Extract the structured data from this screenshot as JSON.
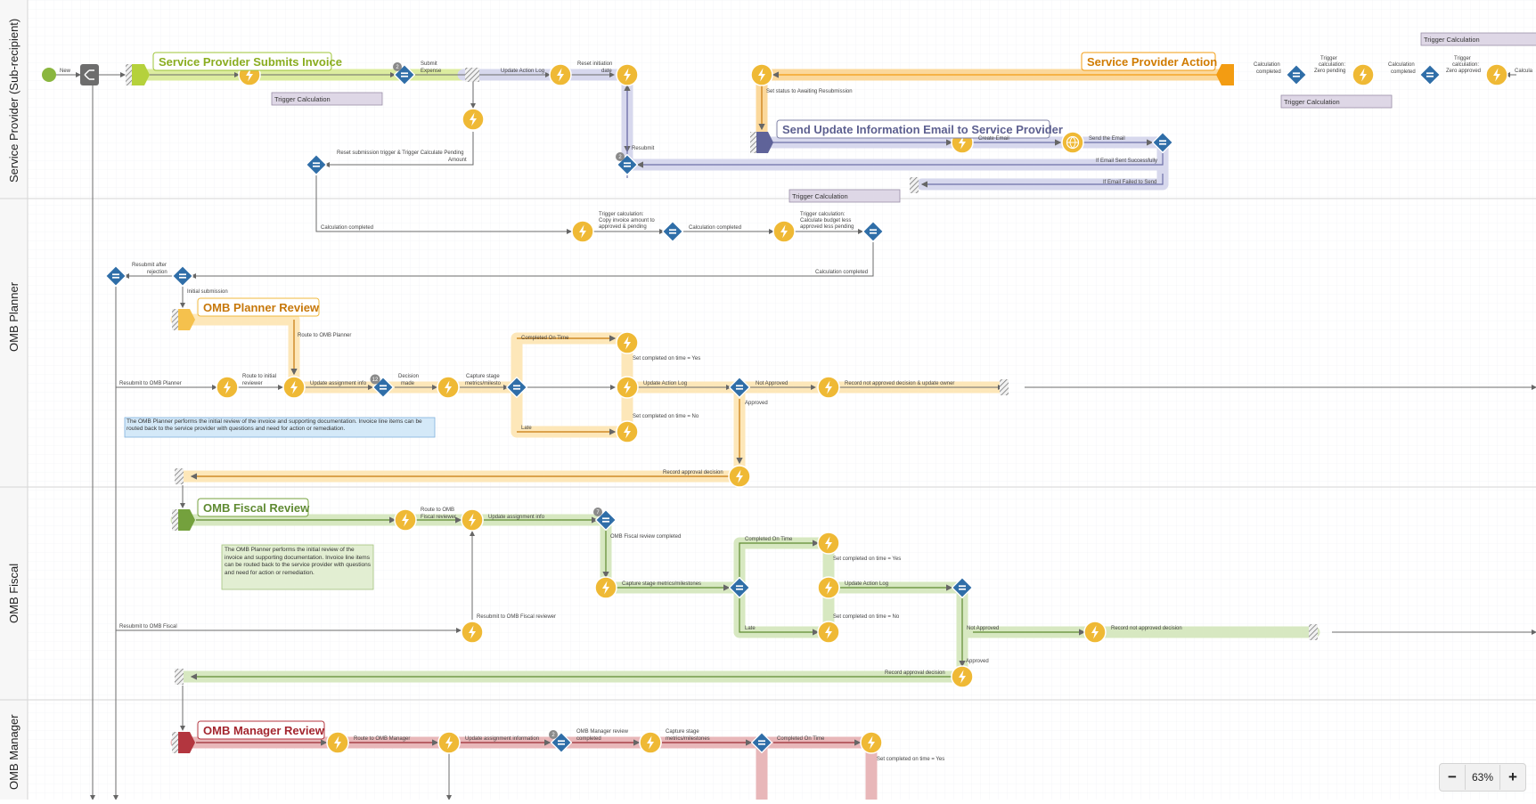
{
  "lanes": [
    "Service Provider (Sub-recipient)",
    "OMB Planner",
    "OMB Fiscal",
    "OMB Manager"
  ],
  "stage_titles": {
    "submit": "Service Provider Submits Invoice",
    "action": "Service Provider Action",
    "email": "Send Update Information Email to Service Provider",
    "planner": "OMB Planner Review",
    "fiscal": "OMB Fiscal Review",
    "manager": "OMB Manager Review"
  },
  "notes": {
    "planner": "The OMB Planner performs the initial review of the invoice and supporting documentation. Invoice line items can be routed back to the service provider with questions and need for action or remediation.",
    "fiscal": "The OMB Planner performs the initial review of the invoice and supporting documentation. Invoice line items can be routed back to the service provider with questions and need for action or remediation."
  },
  "data_objects": {
    "d1": "Trigger Calculation",
    "d2": "Trigger Calculation",
    "d3": "Trigger Calculation",
    "d4": "Trigger Calculation"
  },
  "labels": {
    "new": "New",
    "submit_expense": [
      "Submit",
      "Expense"
    ],
    "update_action_log_sp": "Update Action Log",
    "reset_initiation_date": [
      "Reset initiation",
      "date"
    ],
    "reset_submission": [
      "Reset submission trigger & Trigger Calculate Pending",
      "Amount"
    ],
    "resubmit_sp": "Resubmit",
    "calc_completed_1": "Calculation completed",
    "trigger_copy": [
      "Trigger calculation:",
      "Copy invoice amount to",
      "approved & pending"
    ],
    "calc_completed_2": "Calculation completed",
    "trigger_budget": [
      "Trigger calculation:",
      "Calculate budget less",
      "approved less pending"
    ],
    "calc_completed_3": "Calculation completed",
    "resubmit_after_rejection": [
      "Resubmit after",
      "rejection"
    ],
    "initial_submission": "Initial submission",
    "set_status": "Set status to Awaiting Resubmission",
    "create_email": "Create Email",
    "send_email": "Send the Email",
    "email_sent": "If Email Sent Successfully",
    "email_failed": "If Email Failed to Send",
    "calc_completed_r1": [
      "Calculation",
      "completed"
    ],
    "trigger_zero_pending": [
      "Trigger",
      "calculation:",
      "Zero pending"
    ],
    "calc_completed_r2": [
      "Calculation",
      "completed"
    ],
    "trigger_zero_approved": [
      "Trigger",
      "calculation:",
      "Zero approved"
    ],
    "calc_cut": "Calcula",
    "resubmit_planner": "Resubmit to OMB Planner",
    "route_initial": [
      "Route to initial",
      "reviewer"
    ],
    "route_planner": "Route to OMB Planner",
    "update_assignment_info": "Update assignment info",
    "decision_made": [
      "Decision",
      "made"
    ],
    "capture_stage": [
      "Capture stage",
      "metrics/milesto"
    ],
    "completed_on_time": "Completed On Time",
    "set_yes": "Set completed on time = Yes",
    "update_action_log_p": "Update Action Log",
    "set_no": "Set completed on time = No",
    "late": "Late",
    "not_approved_p": "Not Approved",
    "record_not_approved_p": "Record not approved decision & update owner",
    "approved_p": "Approved",
    "record_approval_p": "Record approval decision",
    "route_fiscal": [
      "Route to OMB",
      "Fiscal reviewer"
    ],
    "update_assignment_info_f": "Update assignment info",
    "fiscal_completed": "OMB Fiscal review completed",
    "capture_stage_f": "Capture stage metrics/milestones",
    "completed_on_time_f": "Completed On Time",
    "set_yes_f": "Set completed on time = Yes",
    "update_action_log_f": "Update Action Log",
    "set_no_f": "Set completed on time = No",
    "late_f": "Late",
    "not_approved_f": "Not Approved",
    "record_not_approved_f": "Record not approved decision",
    "approved_f": "Approved",
    "record_approval_f": "Record approval decision",
    "resubmit_fiscal": "Resubmit to OMB Fiscal",
    "resubmit_fiscal_reviewer": "Resubmit to OMB Fiscal reviewer",
    "route_manager": "Route to OMB Manager",
    "update_assignment_information": "Update assignment information",
    "manager_completed": [
      "OMB Manager review",
      "completed"
    ],
    "capture_stage_m": [
      "Capture stage",
      "metrics/milestones"
    ],
    "completed_on_time_m": "Completed On Time",
    "set_yes_m": "Set completed on time = Yes"
  },
  "badges": {
    "b1": "2",
    "b2": "2",
    "b3": "12",
    "b4": "7",
    "b5": "2"
  },
  "zoom": {
    "minus": "−",
    "value": "63%",
    "plus": "+"
  },
  "colors": {
    "lime": "#9dc437",
    "lime_band": "#dcec9f",
    "lavender": "#8d8fc4",
    "lavender_band": "#d7d8ed",
    "orange": "#f39c12",
    "orange_band": "#fbd89b",
    "planner_band": "#fde7b9",
    "fiscal": "#7da84a",
    "fiscal_band": "#d7e8c1",
    "manager": "#b3363f",
    "manager_band": "#e8b7b9",
    "event": "#efb935",
    "gateway": "#2f6ea8",
    "note_blue": "#d4e9f8",
    "note_green": "#e2eed2"
  }
}
